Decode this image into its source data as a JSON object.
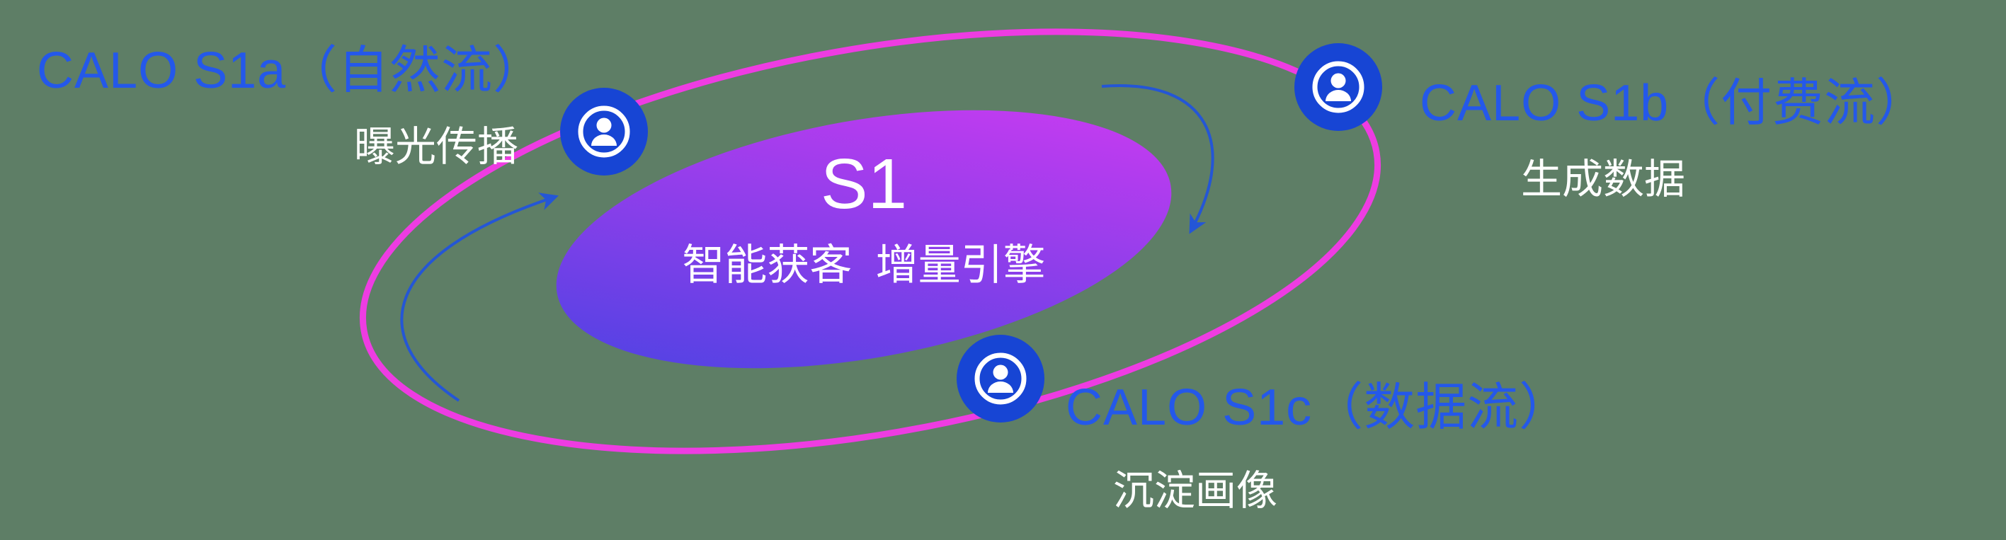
{
  "colors": {
    "page_bg": "#5e7e66",
    "orbit": "#ee3ce2",
    "core_start": "#4343e2",
    "core_end": "#d53af2",
    "node_blue": "#1745d4",
    "label_blue": "#2458ea",
    "arrow_blue": "#2456d6"
  },
  "center": {
    "title": "S1",
    "subtitle": "智能获客  增量引擎"
  },
  "nodes": [
    {
      "title": "CALO S1a（自然流）",
      "subtitle": "曝光传播",
      "icon": "person-icon"
    },
    {
      "title": "CALO S1b（付费流）",
      "subtitle": "生成数据",
      "icon": "person-icon"
    },
    {
      "title": "CALO S1c（数据流）",
      "subtitle": "沉淀画像",
      "icon": "person-icon"
    }
  ]
}
